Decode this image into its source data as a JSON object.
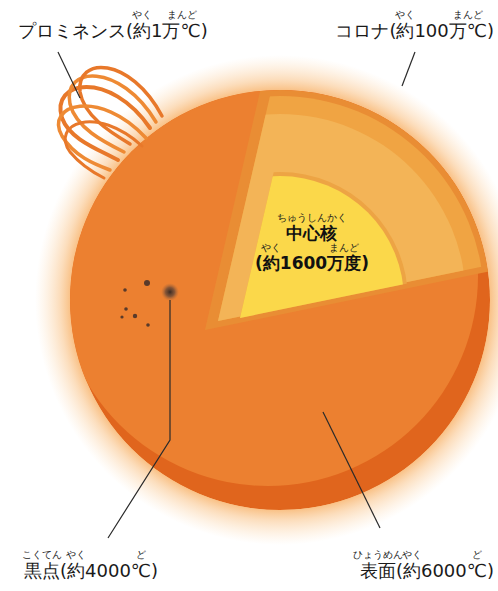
{
  "diagram": {
    "nodes": [
      {
        "text": [
          "中心核",
          "(約1600万度)"
        ]
      }
    ],
    "labels": [
      "プロミネンス(約1万℃)",
      "やく",
      "まんど",
      "コロナ(約100万℃)",
      "やく",
      "まんど",
      "ちゅうしんかく",
      "やく",
      "まんど",
      "黒点(約4000℃)",
      "こくてん",
      "やく",
      "ど",
      "表面(約6000℃)",
      "ひょうめん",
      "やく",
      "ど"
    ]
  }
}
